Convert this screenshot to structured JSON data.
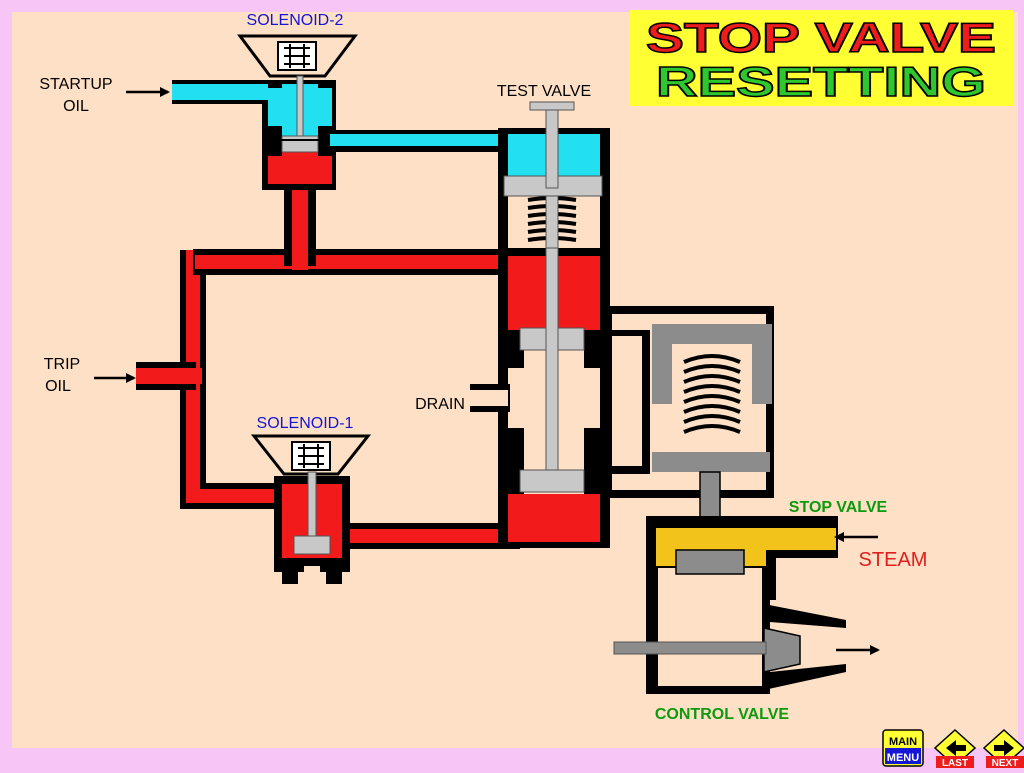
{
  "title": {
    "line1": "STOP VALVE",
    "line2": "RESETTING"
  },
  "labels": {
    "solenoid_2": "SOLENOID-2",
    "solenoid_1": "SOLENOID-1",
    "startup_oil_line1": "STARTUP",
    "startup_oil_line2": "OIL",
    "trip_oil_line1": "TRIP",
    "trip_oil_line2": "OIL",
    "test_valve": "TEST VALVE",
    "drain": "DRAIN",
    "stop_valve": "STOP VALVE",
    "steam": "STEAM",
    "control_valve": "CONTROL VALVE"
  },
  "nav": {
    "main_line1": "MAIN",
    "main_line2": "MENU",
    "last": "LAST",
    "next": "NEXT"
  },
  "colors": {
    "background": "#fde0c5",
    "border": "#f7c6f7",
    "trip_oil": "#f21a1a",
    "startup_oil": "#22e0ef",
    "steam": "#f2c31b",
    "metal": "#8c8c8c",
    "title_box": "#ffff33",
    "title_red": "#ee1c1c",
    "title_green": "#2ec82e"
  }
}
